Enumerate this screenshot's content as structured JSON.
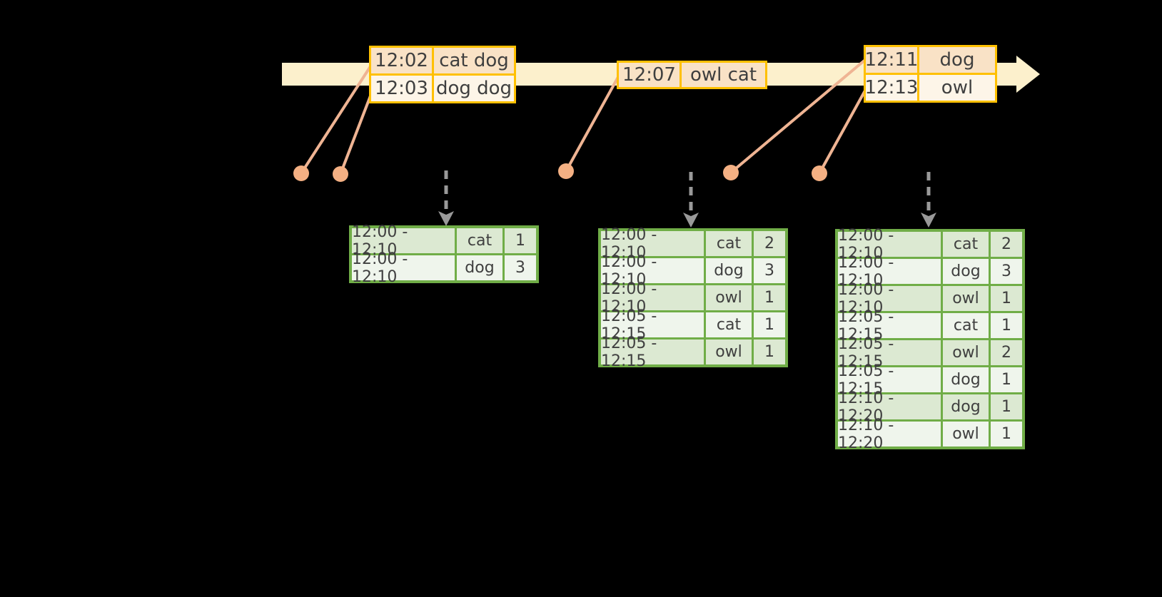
{
  "colors": {
    "background": "#000000",
    "timeline_band": "#FCF0CC",
    "gold_border": "#FFC000",
    "peach_dark": "#F9E2C6",
    "peach_light": "#FDF5E8",
    "salmon_line": "#EFB493",
    "salmon_dot": "#F4B083",
    "green_border": "#70AD47",
    "green_row_dark": "#DCE9D2",
    "green_row_light": "#EFF5EC",
    "arrow_gray": "#999999",
    "text": "#3F3F3F"
  },
  "timeline": {
    "events": [
      {
        "time": "12:02",
        "words": "cat dog"
      },
      {
        "time": "12:03",
        "words": "dog dog"
      },
      {
        "time": "12:07",
        "words": "owl cat"
      },
      {
        "time": "12:11",
        "words": "dog"
      },
      {
        "time": "12:13",
        "words": "owl"
      }
    ]
  },
  "result_tables": [
    {
      "rows": [
        {
          "window": "12:00 - 12:10",
          "word": "cat",
          "count": "1"
        },
        {
          "window": "12:00 - 12:10",
          "word": "dog",
          "count": "3"
        }
      ]
    },
    {
      "rows": [
        {
          "window": "12:00 - 12:10",
          "word": "cat",
          "count": "2"
        },
        {
          "window": "12:00 - 12:10",
          "word": "dog",
          "count": "3"
        },
        {
          "window": "12:00 - 12:10",
          "word": "owl",
          "count": "1"
        },
        {
          "window": "12:05 - 12:15",
          "word": "cat",
          "count": "1"
        },
        {
          "window": "12:05 - 12:15",
          "word": "owl",
          "count": "1"
        }
      ]
    },
    {
      "rows": [
        {
          "window": "12:00 - 12:10",
          "word": "cat",
          "count": "2"
        },
        {
          "window": "12:00 - 12:10",
          "word": "dog",
          "count": "3"
        },
        {
          "window": "12:00 - 12:10",
          "word": "owl",
          "count": "1"
        },
        {
          "window": "12:05 - 12:15",
          "word": "cat",
          "count": "1"
        },
        {
          "window": "12:05 - 12:15",
          "word": "owl",
          "count": "2"
        },
        {
          "window": "12:05 - 12:15",
          "word": "dog",
          "count": "1"
        },
        {
          "window": "12:10 - 12:20",
          "word": "dog",
          "count": "1"
        },
        {
          "window": "12:10 - 12:20",
          "word": "owl",
          "count": "1"
        }
      ]
    }
  ]
}
